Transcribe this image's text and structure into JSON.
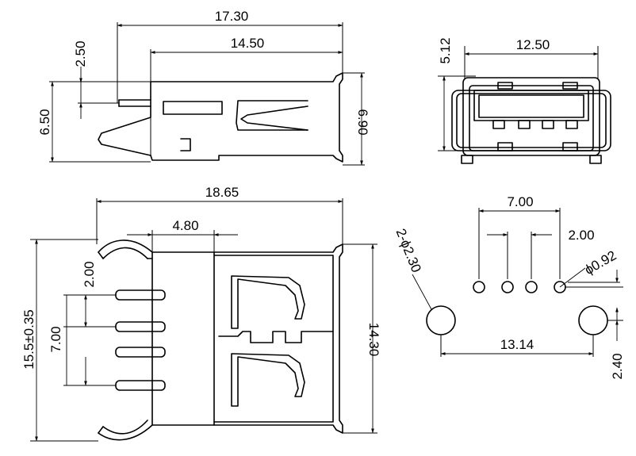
{
  "dimensions": {
    "top_view": {
      "overall_length": "17.30",
      "shell_length": "14.50",
      "pin_offset": "2.50",
      "leg_height": "6.50",
      "shell_height": "6.90"
    },
    "front_view": {
      "width": "12.50",
      "height": "5.12"
    },
    "side_view": {
      "overall_length": "18.65",
      "tab_length": "4.80",
      "pin_pitch": "2.00",
      "pin_span": "7.00",
      "overall_width": "15.5±0.35",
      "shell_width": "14.30"
    },
    "pcb_layout": {
      "pin_span": "7.00",
      "pin_pitch": "2.00",
      "pin_hole": "ϕ0.92",
      "mount_hole": "2-ϕ2.30",
      "mount_spacing": "13.14",
      "mount_offset": "2.40"
    }
  }
}
